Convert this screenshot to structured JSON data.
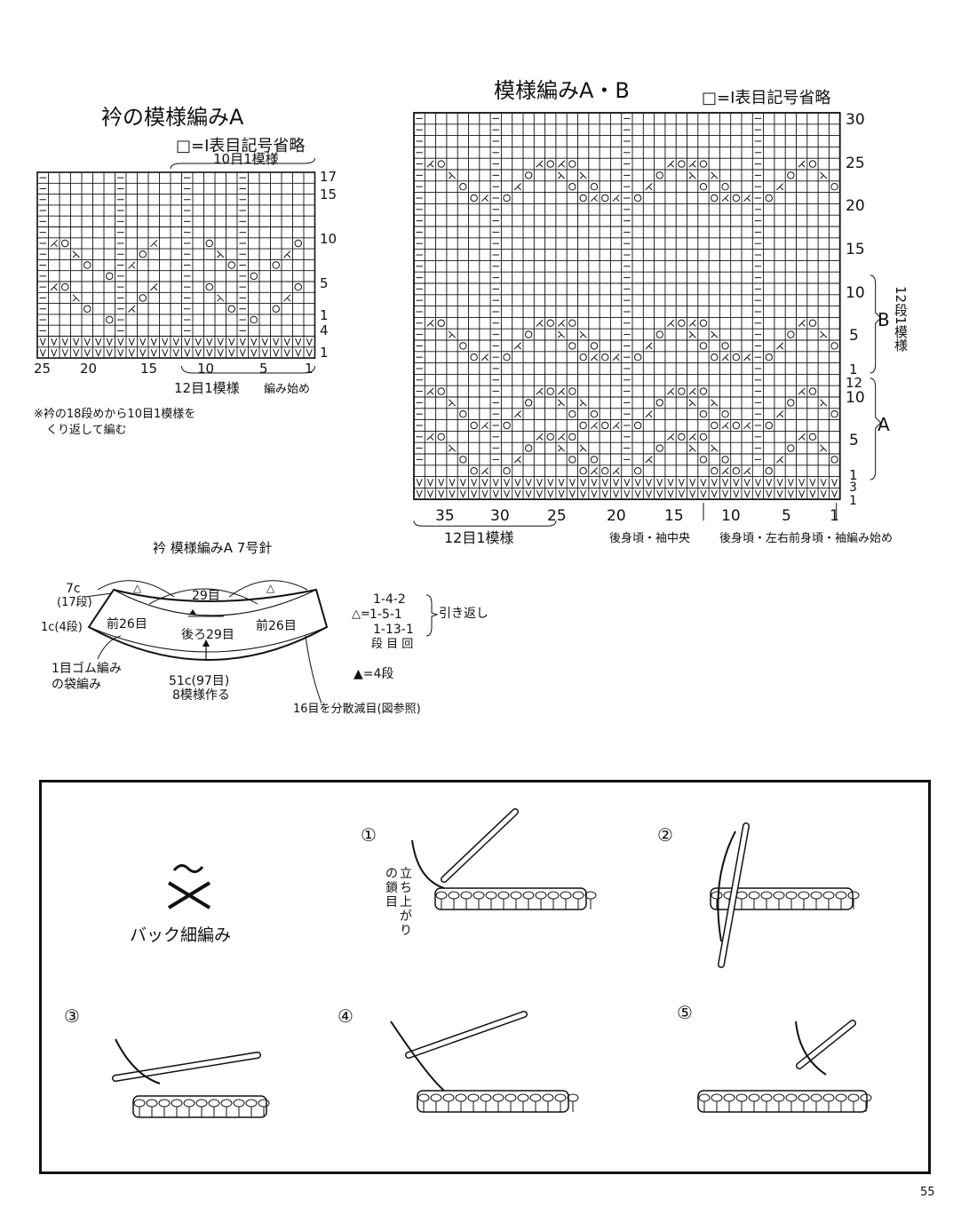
{
  "collar_chart": {
    "title": "衿の模様編みA",
    "legend_symbol": "□=I",
    "legend_text": "表目記号省略",
    "top_repeat_label": "10目1模様",
    "row_labels": [
      "17",
      "15",
      "10",
      "5",
      "1",
      "4",
      "1"
    ],
    "col_labels": [
      "25",
      "20",
      "15",
      "10",
      "5",
      "1"
    ],
    "bottom_repeat_label": "12目1模様",
    "start_label": "編み始め",
    "note_line1": "※衿の18段めから10目1模様を",
    "note_line2": "くり返して編む"
  },
  "main_chart": {
    "title": "模様編みA・B",
    "legend_symbol": "□=I",
    "legend_text": "表目記号省略",
    "row_labels": [
      "30",
      "25",
      "20",
      "15",
      "10",
      "5",
      "1",
      "12",
      "10",
      "5",
      "1",
      "3",
      "1"
    ],
    "col_labels": [
      "35",
      "30",
      "25",
      "20",
      "15",
      "10",
      "5",
      "1"
    ],
    "section_b": "B",
    "section_b_repeat": "12段1模様",
    "section_a": "A",
    "bottom_repeat_label": "12目1模様",
    "center_label": "後身頃・袖中央",
    "start_label": "後身頃・左右前身頃・袖編み始め"
  },
  "collar_diagram": {
    "title": "衿 模様編みA 7号針",
    "outer_height": "7c",
    "outer_rows": "(17段)",
    "inner_height": "1c(4段)",
    "center_top": "29目",
    "front_left": "前26目",
    "back": "後ろ29目",
    "front_right": "前26目",
    "rib_label_1": "1目ゴム編み",
    "rib_label_2": "の袋編み",
    "width_label": "51c(97目)",
    "pattern_count": "8模様作る",
    "decrease_note": "16目を分散減目(図参照)",
    "short_row_label": "△=",
    "short_rows": [
      "1-4-2",
      "1-5-1",
      "1-13-1"
    ],
    "short_row_name": "引き返し",
    "short_row_units": "段 目 回",
    "filled_triangle_note": "▲=4段"
  },
  "technique": {
    "symbol_name": "バック細編み",
    "step_labels": [
      "①",
      "②",
      "③",
      "④",
      "⑤"
    ],
    "chain_label": [
      "の",
      "鎖",
      "目",
      "立",
      "ち",
      "上",
      "が",
      "り"
    ]
  },
  "page_number": "55"
}
